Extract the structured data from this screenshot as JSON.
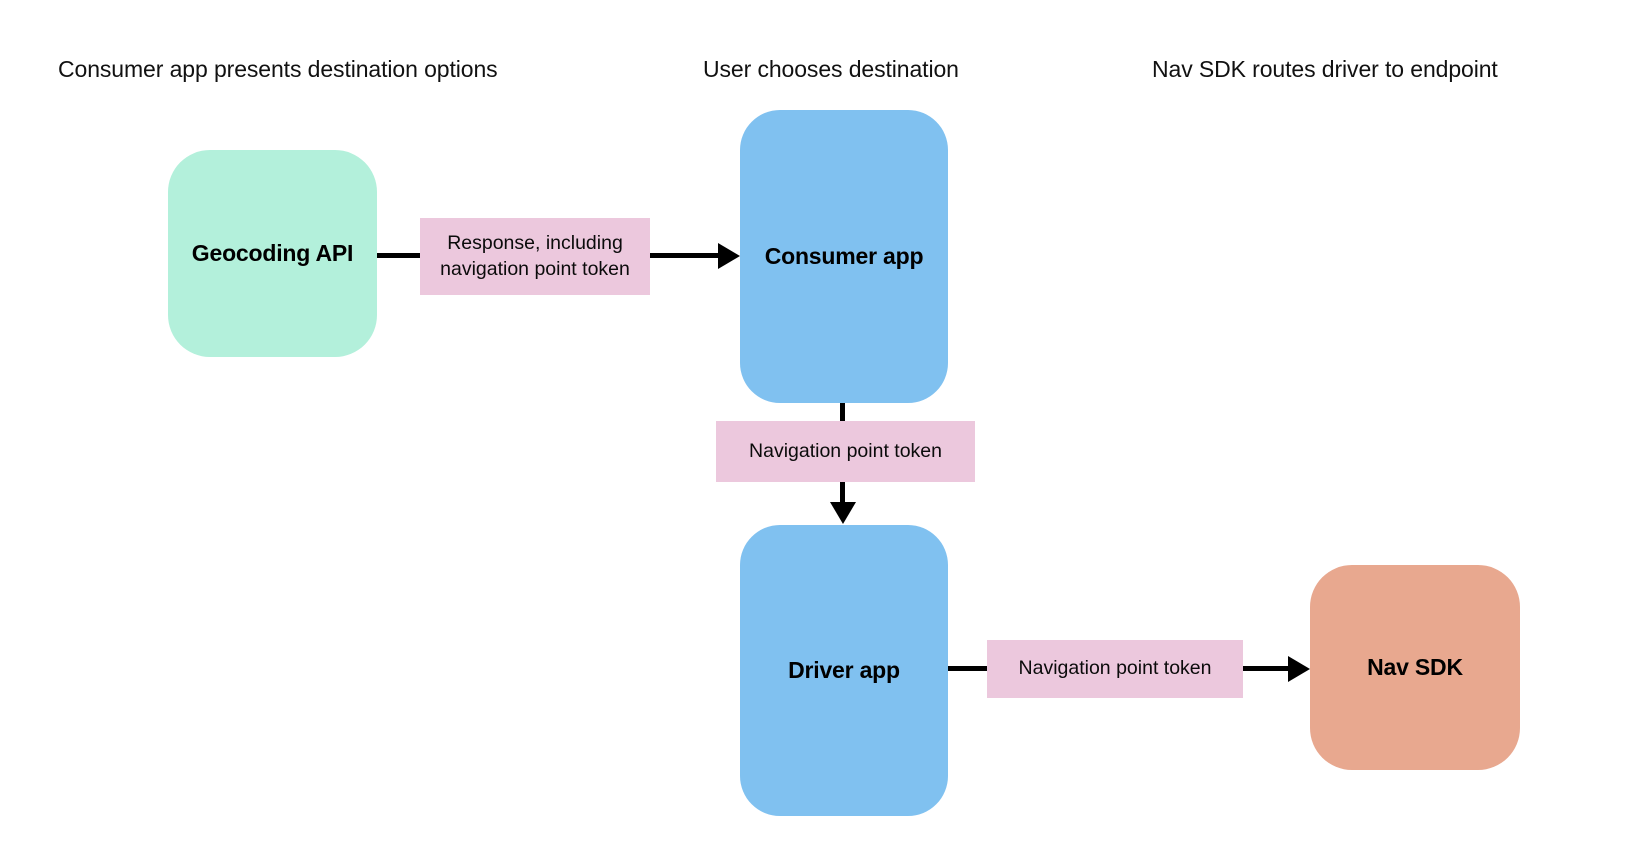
{
  "diagram": {
    "headers": [
      {
        "label": "Consumer app presents destination options"
      },
      {
        "label": "User chooses destination"
      },
      {
        "label": "Nav SDK routes driver to endpoint"
      }
    ],
    "nodes": [
      {
        "id": "geocoding-api",
        "label": "Geocoding API"
      },
      {
        "id": "consumer-app",
        "label": "Consumer app"
      },
      {
        "id": "driver-app",
        "label": "Driver app"
      },
      {
        "id": "nav-sdk",
        "label": "Nav SDK"
      }
    ],
    "edges": [
      {
        "from": "geocoding-api",
        "to": "consumer-app",
        "label": "Response, including navigation point token"
      },
      {
        "from": "consumer-app",
        "to": "driver-app",
        "label": "Navigation point token"
      },
      {
        "from": "driver-app",
        "to": "nav-sdk",
        "label": "Navigation point token"
      }
    ],
    "colors": {
      "mint": "#b3f0db",
      "blue": "#80c1f0",
      "pink": "#ecc8dd",
      "salmon": "#e8a88f",
      "arrow": "#000000",
      "background": "#ffffff"
    }
  }
}
